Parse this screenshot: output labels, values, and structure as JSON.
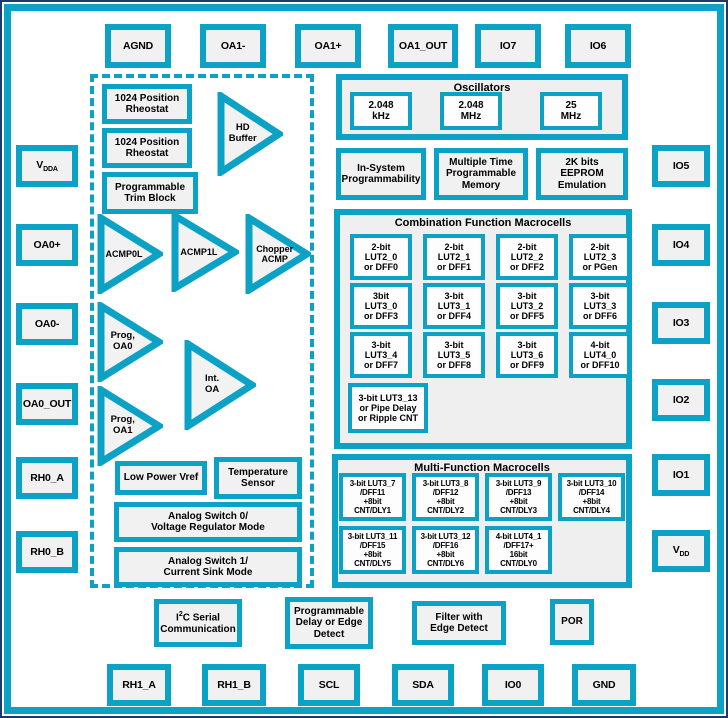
{
  "colors": {
    "teal": "#0ba2c6",
    "navy": "#1b3a6b",
    "box_fill": "#f1f1f1",
    "container_fill": "#efefef",
    "text": "#000000"
  },
  "pins": {
    "top": [
      "AGND",
      "OA1-",
      "OA1+",
      "OA1_OUT",
      "IO7",
      "IO6"
    ],
    "left": [
      {
        "label": "V",
        "sub": "DDA"
      },
      {
        "label": "OA0+"
      },
      {
        "label": "OA0-"
      },
      {
        "label": "OA0_OUT"
      },
      {
        "label": "RH0_A"
      },
      {
        "label": "RH0_B"
      }
    ],
    "right": [
      {
        "label": "IO5"
      },
      {
        "label": "IO4"
      },
      {
        "label": "IO3"
      },
      {
        "label": "IO2"
      },
      {
        "label": "IO1"
      },
      {
        "label": "V",
        "sub": "DD"
      }
    ],
    "bottom": [
      "RH1_A",
      "RH1_B",
      "SCL",
      "SDA",
      "IO0",
      "GND"
    ]
  },
  "analog": {
    "rheostat1": "1024 Position\nRheostat",
    "rheostat2": "1024 Position\nRheostat",
    "trim": "Programmable\nTrim Block",
    "hd_buffer": "HD\nBuffer",
    "acmp0l": "ACMP0L",
    "acmp1l": "ACMP1L",
    "chopper": "Chopper\nACMP",
    "prog_oa0": "Prog,\nOA0",
    "int_oa": "Int.\nOA",
    "prog_oa1": "Prog,\nOA1",
    "vref": "Low Power Vref",
    "temp_sensor": "Temperature\nSensor",
    "analog_switch0": "Analog Switch 0/\nVoltage Regulator Mode",
    "analog_switch1": "Analog Switch 1/\nCurrent Sink Mode"
  },
  "oscillators": {
    "title": "Oscillators",
    "items": [
      "2.048\nkHz",
      "2.048\nMHz",
      "25\nMHz"
    ]
  },
  "memory_row": [
    "In-System\nProgrammability",
    "Multiple Time\nProgrammable\nMemory",
    "2K bits\nEEPROM\nEmulation"
  ],
  "combination": {
    "title": "Combination Function Macrocells",
    "cells": [
      "2-bit\nLUT2_0\nor DFF0",
      "2-bit\nLUT2_1\nor DFF1",
      "2-bit\nLUT2_2\nor DFF2",
      "2-bit\nLUT2_3\nor PGen",
      "3bit\nLUT3_0\nor DFF3",
      "3-bit\nLUT3_1\nor DFF4",
      "3-bit\nLUT3_2\nor DFF5",
      "3-bit\nLUT3_3\nor DFF6",
      "3-bit\nLUT3_4\nor DFF7",
      "3-bit\nLUT3_5\nor DFF8",
      "3-bit\nLUT3_6\nor DFF9",
      "4-bit\nLUT4_0\nor DFF10"
    ],
    "extra": "3-bit LUT3_13\nor Pipe Delay\nor Ripple CNT"
  },
  "multifunction": {
    "title": "Multi-Function Macrocells",
    "cells": [
      "3-bit LUT3_7\n/DFF11\n+8bit\nCNT/DLY1",
      "3-bit LUT3_8\n/DFF12\n+8bit\nCNT/DLY2",
      "3-bit LUT3_9\n/DFF13\n+8bit\nCNT/DLY3",
      "3-bit LUT3_10\n/DFF14\n+8bit\nCNT/DLY4",
      "3-bit LUT3_11\n/DFF15\n+8bit\nCNT/DLY5",
      "3-bit LUT3_12\n/DFF16\n+8bit\nCNT/DLY6",
      "4-bit LUT4_1\n/DFF17+\n16bit\nCNT/DLY0"
    ]
  },
  "bottom_blocks": {
    "i2c_pre": "I",
    "i2c_sup": "2",
    "i2c_post": "C Serial\nCommunication",
    "prog_delay": "Programmable\nDelay or Edge\nDetect",
    "filter": "Filter with\nEdge Detect",
    "por": "POR"
  }
}
